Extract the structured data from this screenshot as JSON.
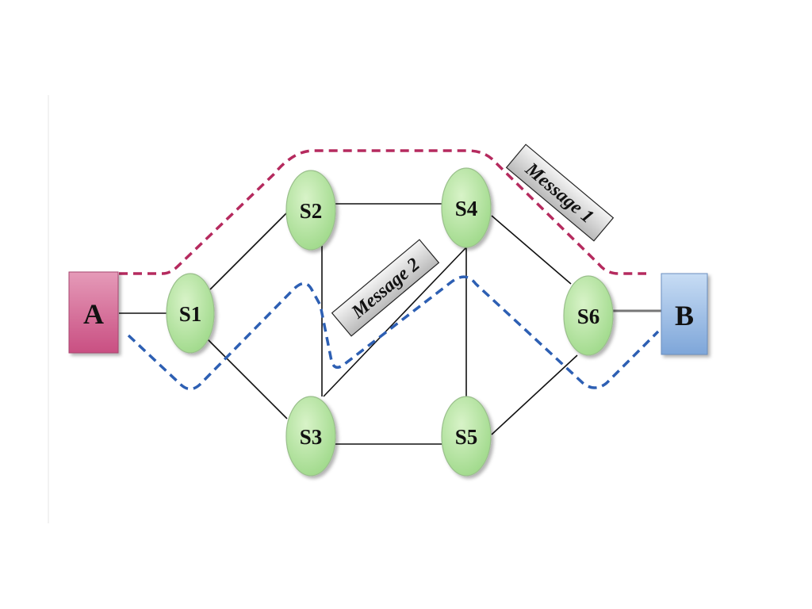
{
  "diagram": {
    "terminals": {
      "a": {
        "label": "A",
        "color": "#cf5c8c"
      },
      "b": {
        "label": "B",
        "color": "#86acdc"
      }
    },
    "switches": {
      "s1": "S1",
      "s2": "S2",
      "s3": "S3",
      "s4": "S4",
      "s5": "S5",
      "s6": "S6"
    },
    "switch_color": "#9fd98a",
    "messages": {
      "m1": {
        "label": "Message 1",
        "color": "#b52a5e"
      },
      "m2": {
        "label": "Message 2",
        "color": "#2d5fb3"
      }
    }
  }
}
